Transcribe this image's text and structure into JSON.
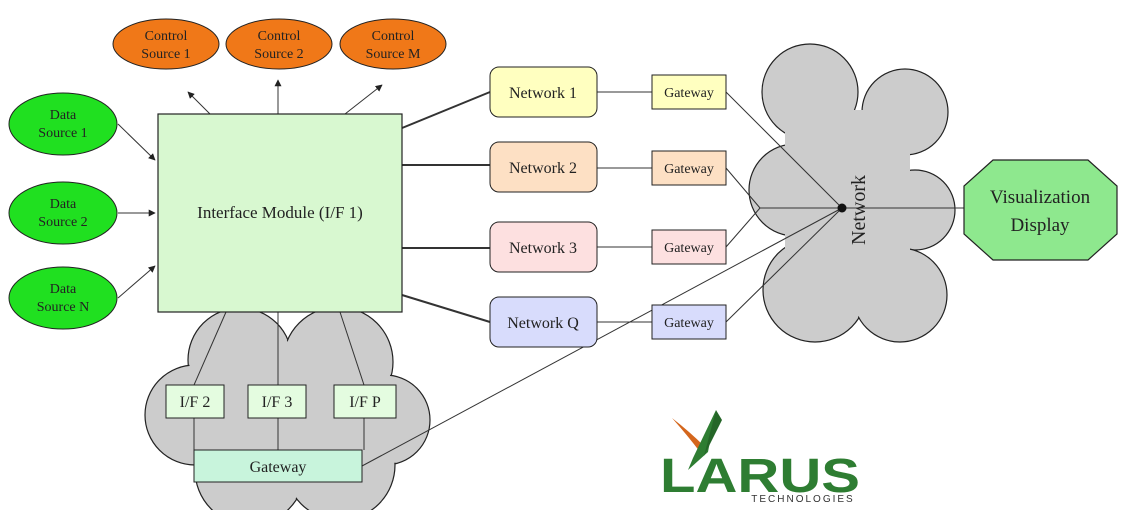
{
  "control_sources": [
    {
      "line1": "Control",
      "line2": "Source 1"
    },
    {
      "line1": "Control",
      "line2": "Source 2"
    },
    {
      "line1": "Control",
      "line2": "Source M"
    }
  ],
  "data_sources": [
    {
      "line1": "Data",
      "line2": "Source 1"
    },
    {
      "line1": "Data",
      "line2": "Source 2"
    },
    {
      "line1": "Data",
      "line2": "Source N"
    }
  ],
  "interface_module": "Interface Module (I/F 1)",
  "networks": [
    {
      "label": "Network 1",
      "color": "#ffffc0"
    },
    {
      "label": "Network 2",
      "color": "#fde0c4"
    },
    {
      "label": "Network 3",
      "color": "#fde0e0"
    },
    {
      "label": "Network Q",
      "color": "#d8dcfc"
    }
  ],
  "gateway_label": "Gateway",
  "central_network": "Network",
  "visualization": {
    "line1": "Visualization",
    "line2": "Display"
  },
  "interfaces": [
    "I/F 2",
    "I/F 3",
    "I/F P"
  ],
  "bottom_gateway": "Gateway",
  "logo": {
    "name": "LARUS",
    "subtitle": "TECHNOLOGIES"
  },
  "colors": {
    "control": "#f07818",
    "data": "#20e020",
    "module": "#d8f8d0",
    "cloud": "#cccccc",
    "visualization": "#8ee88e",
    "gateway_bottom": "#c8f4dc",
    "logo_green": "#2e7d32",
    "logo_orange": "#d4661c"
  }
}
